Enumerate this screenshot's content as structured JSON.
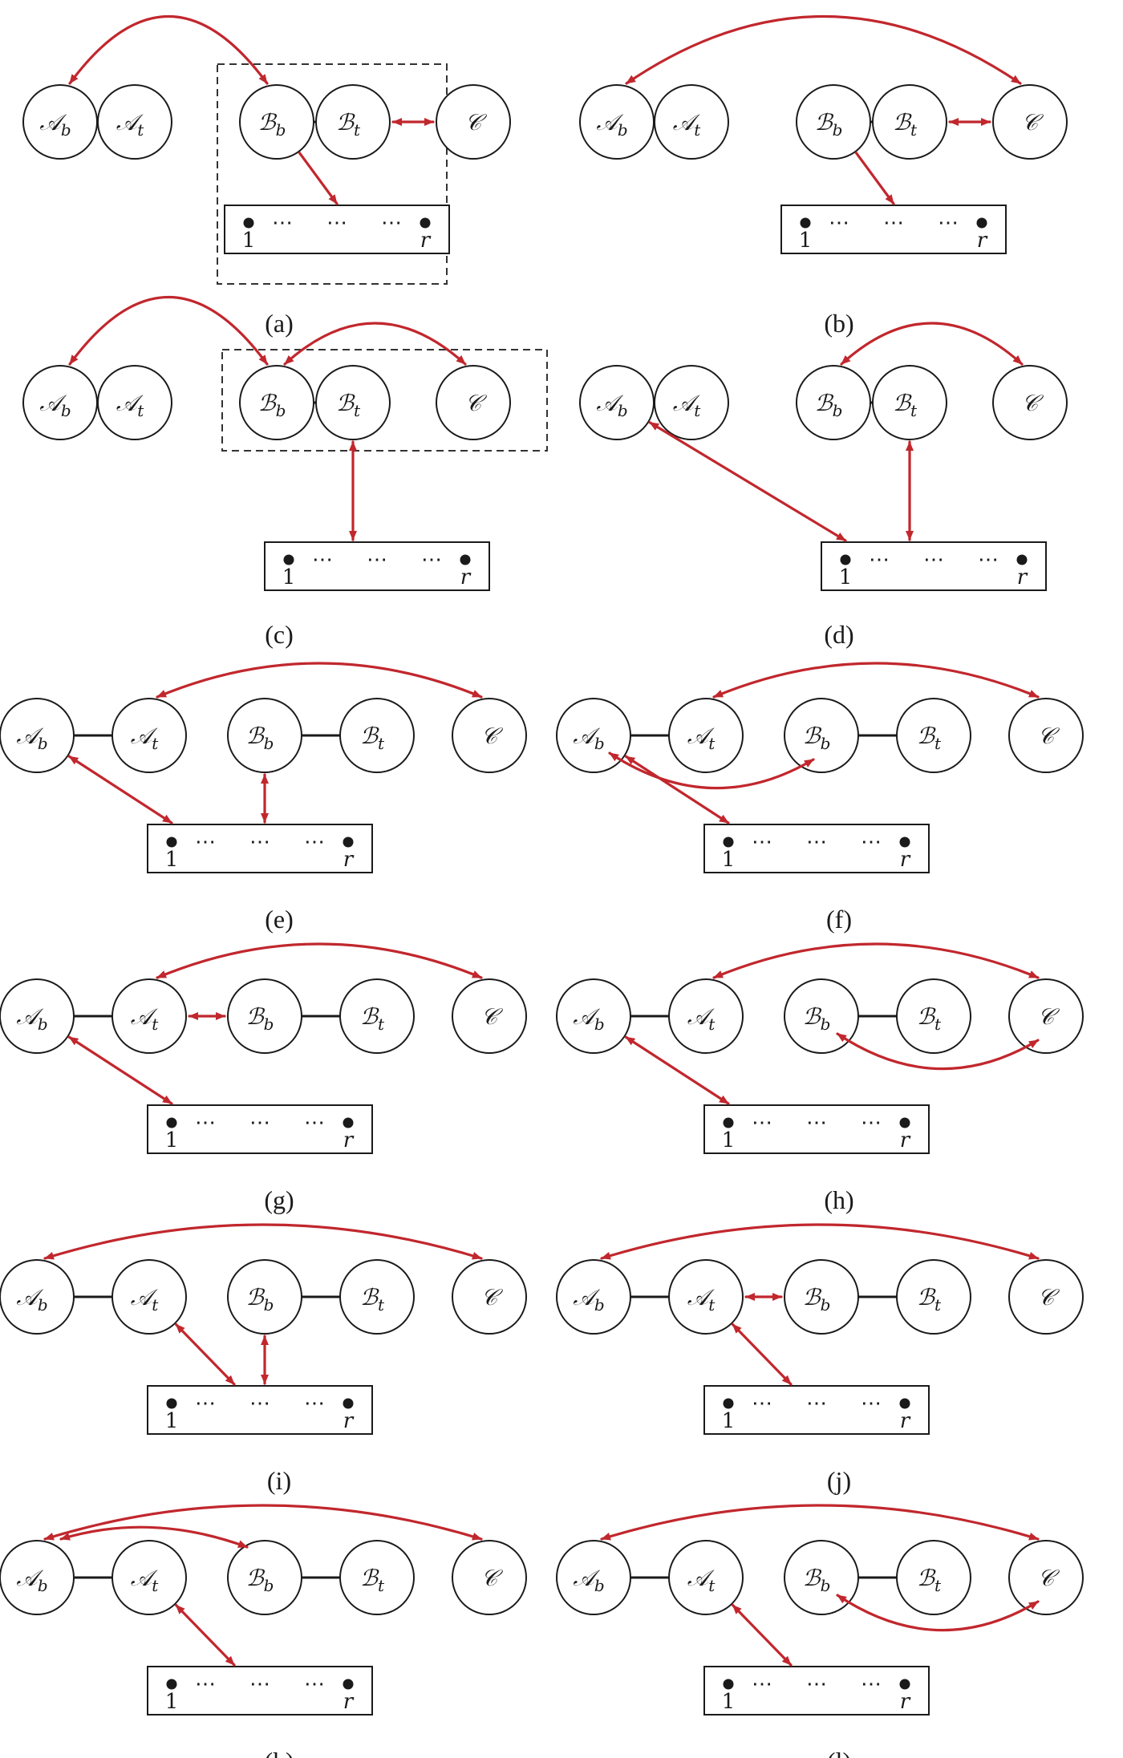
{
  "colors": {
    "arrow": "#c1272d",
    "ink": "#1a1a1a"
  },
  "nodes": [
    {
      "id": "Ab",
      "letter": "𝒜",
      "sub": "b"
    },
    {
      "id": "At",
      "letter": "𝒜",
      "sub": "t"
    },
    {
      "id": "Bb",
      "letter": "ℬ",
      "sub": "b"
    },
    {
      "id": "Bt",
      "letter": "ℬ",
      "sub": "t"
    },
    {
      "id": "C",
      "letter": "𝒞",
      "sub": ""
    }
  ],
  "box_labels": {
    "dots": "⋯",
    "first": "1",
    "last": "r"
  },
  "panels": [
    {
      "id": "a",
      "caption": "(a)",
      "layout": "gap",
      "dashed": "box",
      "arrows": [
        {
          "type": "arc",
          "from": "Ab",
          "to": "Bb",
          "heads": "both",
          "bend": "high"
        },
        {
          "type": "straight",
          "from": "Bt",
          "to": "C",
          "heads": "both"
        },
        {
          "type": "toBox",
          "from": "Bb",
          "heads": "end"
        }
      ]
    },
    {
      "id": "b",
      "caption": "(b)",
      "layout": "gap",
      "dashed": "none",
      "arrows": [
        {
          "type": "arc",
          "from": "Ab",
          "to": "C",
          "heads": "both",
          "bend": "high"
        },
        {
          "type": "straight",
          "from": "Bt",
          "to": "C",
          "heads": "both"
        },
        {
          "type": "toBox",
          "from": "Bb",
          "heads": "end"
        }
      ]
    },
    {
      "id": "c",
      "caption": "(c)",
      "layout": "gap",
      "dashed": "nodes",
      "arrows": [
        {
          "type": "arc",
          "from": "Ab",
          "to": "Bb",
          "heads": "both",
          "bend": "high"
        },
        {
          "type": "arc",
          "from": "Bb",
          "to": "C",
          "heads": "both",
          "bend": "mid"
        },
        {
          "type": "vertical",
          "from": "Bt",
          "heads": "both"
        }
      ]
    },
    {
      "id": "d",
      "caption": "(d)",
      "layout": "gap",
      "dashed": "none",
      "arrows": [
        {
          "type": "arc",
          "from": "Bb",
          "to": "C",
          "heads": "both",
          "bend": "mid"
        },
        {
          "type": "vertical",
          "from": "Bt",
          "heads": "both"
        },
        {
          "type": "toBox",
          "from": "Ab",
          "heads": "both"
        }
      ]
    },
    {
      "id": "e",
      "caption": "(e)",
      "layout": "even",
      "dashed": "none",
      "arrows": [
        {
          "type": "arc",
          "from": "At",
          "to": "C",
          "heads": "both",
          "bend": "low"
        },
        {
          "type": "toBox",
          "from": "Ab",
          "heads": "both"
        },
        {
          "type": "vertical",
          "from": "Bb",
          "heads": "both"
        }
      ]
    },
    {
      "id": "f",
      "caption": "(f)",
      "layout": "even",
      "dashed": "none",
      "arrows": [
        {
          "type": "arc",
          "from": "At",
          "to": "C",
          "heads": "both",
          "bend": "low"
        },
        {
          "type": "under",
          "from": "Ab",
          "to": "Bb",
          "heads": "both"
        },
        {
          "type": "toBox",
          "from": "Ab",
          "heads": "both"
        }
      ]
    },
    {
      "id": "g",
      "caption": "(g)",
      "layout": "even",
      "dashed": "none",
      "arrows": [
        {
          "type": "arc",
          "from": "At",
          "to": "C",
          "heads": "both",
          "bend": "low"
        },
        {
          "type": "straight",
          "from": "At",
          "to": "Bb",
          "heads": "both"
        },
        {
          "type": "toBox",
          "from": "Ab",
          "heads": "both"
        }
      ]
    },
    {
      "id": "h",
      "caption": "(h)",
      "layout": "even",
      "dashed": "none",
      "arrows": [
        {
          "type": "arc",
          "from": "At",
          "to": "C",
          "heads": "both",
          "bend": "low"
        },
        {
          "type": "under",
          "from": "Bb",
          "to": "C",
          "heads": "both"
        },
        {
          "type": "toBox",
          "from": "Ab",
          "heads": "both"
        }
      ]
    },
    {
      "id": "i",
      "caption": "(i)",
      "layout": "even",
      "dashed": "none",
      "arrows": [
        {
          "type": "arc",
          "from": "Ab",
          "to": "C",
          "heads": "both",
          "bend": "low"
        },
        {
          "type": "toBox",
          "from": "At",
          "heads": "both"
        },
        {
          "type": "vertical",
          "from": "Bb",
          "heads": "both"
        }
      ]
    },
    {
      "id": "j",
      "caption": "(j)",
      "layout": "even",
      "dashed": "none",
      "arrows": [
        {
          "type": "arc",
          "from": "Ab",
          "to": "C",
          "heads": "both",
          "bend": "low"
        },
        {
          "type": "straight",
          "from": "At",
          "to": "Bb",
          "heads": "both"
        },
        {
          "type": "toBox",
          "from": "At",
          "heads": "both"
        }
      ]
    },
    {
      "id": "k",
      "caption": "(k)",
      "layout": "even",
      "dashed": "none",
      "arrows": [
        {
          "type": "arc",
          "from": "Ab",
          "to": "C",
          "heads": "both",
          "bend": "low"
        },
        {
          "type": "arc",
          "from": "Ab",
          "to": "Bb",
          "heads": "both",
          "bend": "flat"
        },
        {
          "type": "toBox",
          "from": "At",
          "heads": "both"
        }
      ]
    },
    {
      "id": "l",
      "caption": "(l)",
      "layout": "even",
      "dashed": "none",
      "arrows": [
        {
          "type": "arc",
          "from": "Ab",
          "to": "C",
          "heads": "both",
          "bend": "low"
        },
        {
          "type": "under",
          "from": "Bb",
          "to": "C",
          "heads": "both"
        },
        {
          "type": "toBox",
          "from": "At",
          "heads": "both"
        }
      ]
    }
  ]
}
